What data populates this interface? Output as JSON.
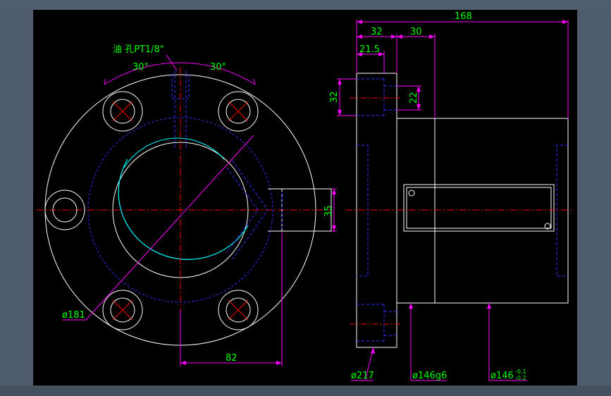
{
  "colors": {
    "background": "#000000",
    "frame": "#4e5c6e",
    "outline": "#ffffff",
    "centerline": "#ff0000",
    "hidden": "#2020ff",
    "dimension": "#ff00ff",
    "dim_text": "#00ff00",
    "arc_cyan": "#00ffff"
  },
  "front_view": {
    "oil_hole_label": "油 孔PT1/8\"",
    "angle_left": "30°",
    "angle_right": "30°",
    "dia_181": "ø181",
    "dim_82": "82",
    "dim_35": "35"
  },
  "side_view": {
    "dim_168": "168",
    "dim_32_top": "32",
    "dim_30": "30",
    "dim_21_5": "21.5",
    "dim_32_left": "32",
    "dim_22": "22",
    "dia_217": "ø217",
    "dia_146g6": "ø146g6",
    "dia_146": "ø146",
    "tol_upper": "-0.1",
    "tol_lower": "-0.2"
  }
}
